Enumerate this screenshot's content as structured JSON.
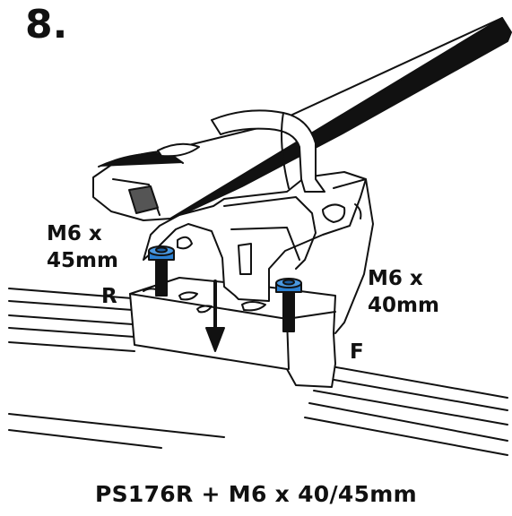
{
  "step_label": "8.",
  "labels": {
    "bolt_left": [
      "M6 x",
      "45mm"
    ],
    "bolt_right": [
      "M6 x",
      "40mm"
    ],
    "side_rear": "R",
    "side_front": "F"
  },
  "caption": "PS176R + M6 x 40/45mm",
  "colors": {
    "ink": "#111111",
    "bolt_head": "#2b7fd0",
    "background": "#ffffff"
  }
}
